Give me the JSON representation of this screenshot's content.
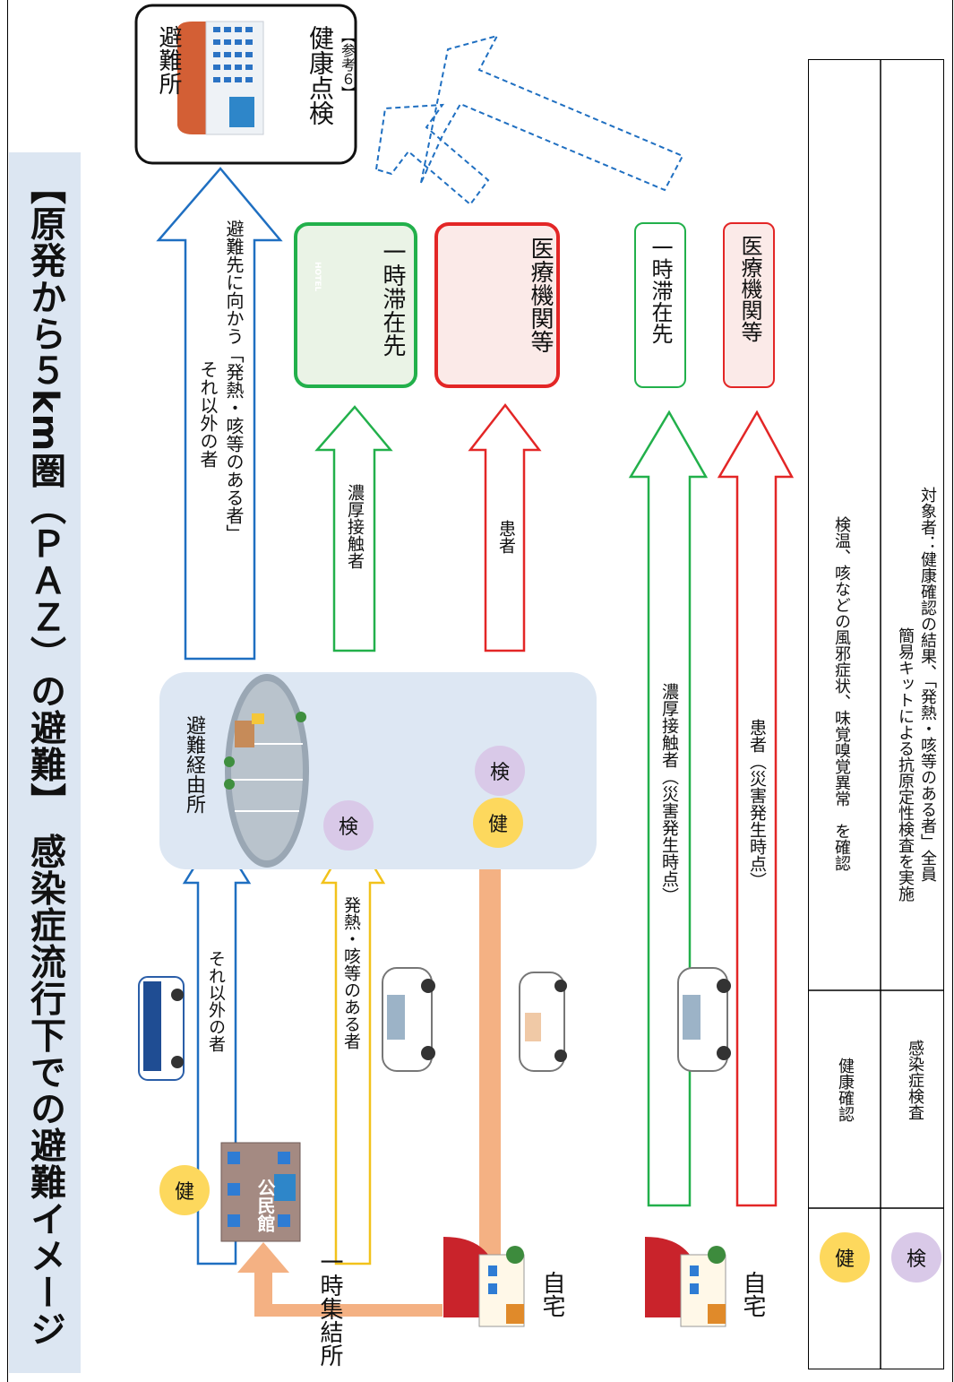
{
  "title": "【原発から５km圏（ＰＡＺ）の避難】 感染症流行下での避難イメージ",
  "places": {
    "home_top": "自宅",
    "home_bottom": "自宅",
    "assembly": "一時集結所",
    "assembly_sign": "公民館",
    "waypoint": "避難経由所",
    "shelter": "避難所",
    "shelter_check": "健康点検",
    "shelter_ref": "【参考６】",
    "temp_stay_1": "一時滞在先",
    "medical_1": "医療機関等",
    "temp_stay_2": "一時滞在先",
    "medical_2": "医療機関等",
    "hotel_sign": "HOTEL"
  },
  "arrows": {
    "others": "それ以外の者",
    "fever": "発熱・咳等のある者",
    "to_shelter_line1": "それ以外の者",
    "to_shelter_line2": "避難先に向かう「発熱・咳等のある者」",
    "close_contact": "濃厚接触者",
    "patient": "患者",
    "close_contact_disaster": "濃厚接触者（災害発生時点）",
    "patient_disaster": "患者（災害発生時点）"
  },
  "badges": {
    "health": "健",
    "test": "検"
  },
  "legend": {
    "rows": [
      {
        "icon": "健",
        "name": "健康確認",
        "desc": [
          "検温、咳などの風邪症状、味覚嗅覚異常　を確認"
        ]
      },
      {
        "icon": "検",
        "name": "感染症検査",
        "desc": [
          "簡易キットによる抗原定性検査を実施",
          "対象者：健康確認の結果、「発熱・咳等のある者」全員"
        ]
      }
    ]
  },
  "colors": {
    "blue": "#1f6fc1",
    "green": "#22b04b",
    "red": "#e32626",
    "yellow": "#f2c21b",
    "salmon": "#f4b183",
    "title_band": "#dce6f2",
    "waypoint_bg": "#dde7f3"
  }
}
